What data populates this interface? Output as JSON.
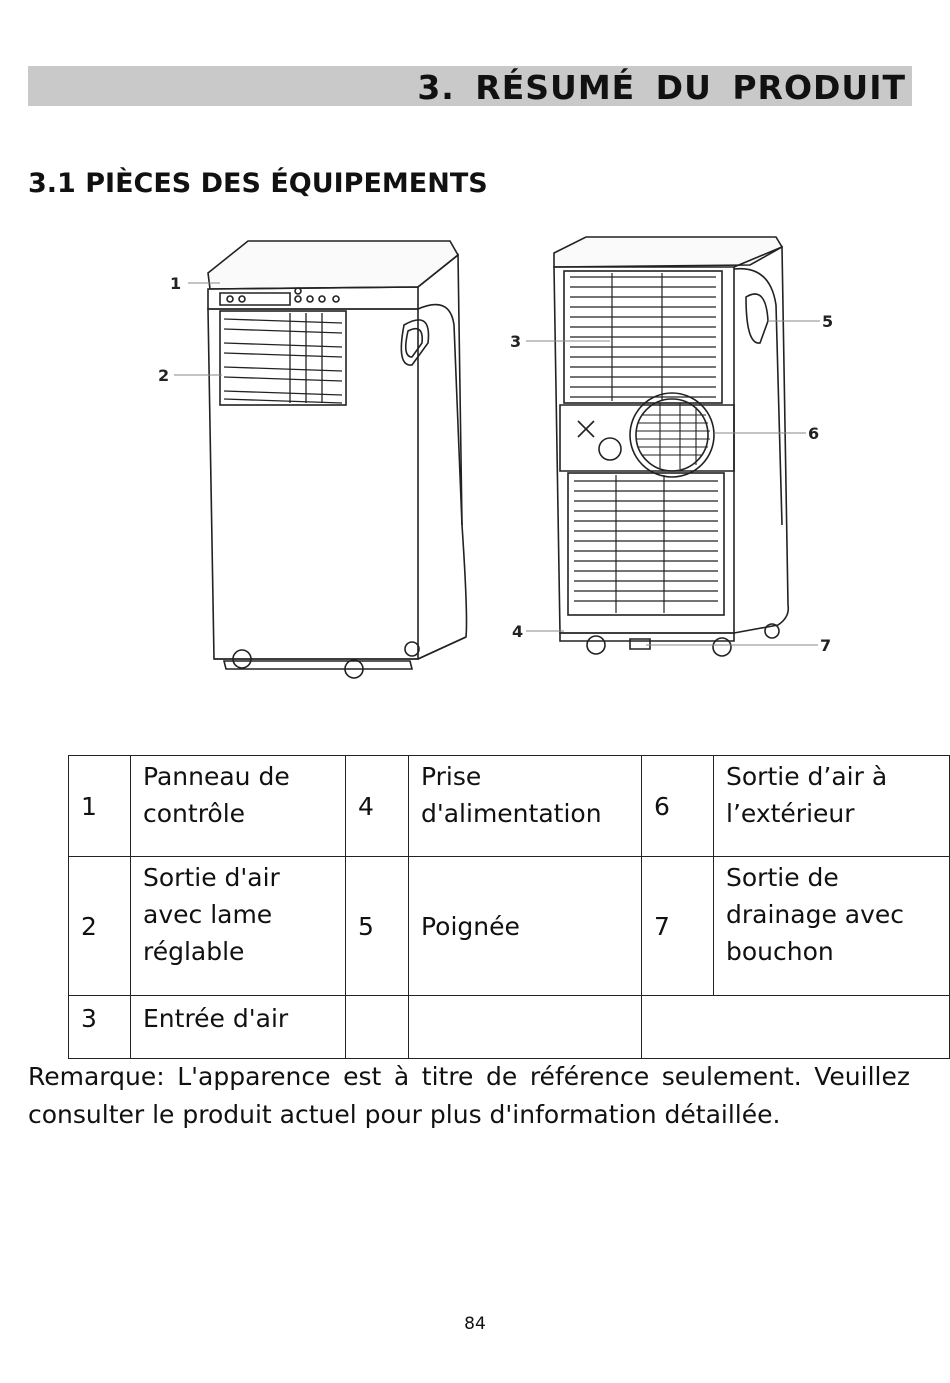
{
  "header": {
    "section_title": "3. RÉSUMÉ DU PRODUIT"
  },
  "subsection": {
    "title": "3.1 PIÈCES DES ÉQUIPEMENTS"
  },
  "figure": {
    "callouts": [
      "1",
      "2",
      "3",
      "4",
      "5",
      "6",
      "7"
    ]
  },
  "parts_table": {
    "rows": [
      [
        {
          "num": "1",
          "label": "Panneau de contrôle"
        },
        {
          "num": "4",
          "label": "Prise d'alimentation"
        },
        {
          "num": "6",
          "label": "Sortie d’air à l’extérieur"
        }
      ],
      [
        {
          "num": "2",
          "label": "Sortie d'air avec lame réglable"
        },
        {
          "num": "5",
          "label": "Poignée"
        },
        {
          "num": "7",
          "label": "Sortie de drainage avec bouchon"
        }
      ],
      [
        {
          "num": "3",
          "label": "Entrée d'air"
        },
        {
          "num": "",
          "label": ""
        },
        {
          "num": "",
          "label": ""
        }
      ]
    ]
  },
  "note": "Remarque: L'apparence est à titre de référence seulement. Veuillez consulter le produit actuel pour plus d'information détaillée.",
  "page_number": "84"
}
